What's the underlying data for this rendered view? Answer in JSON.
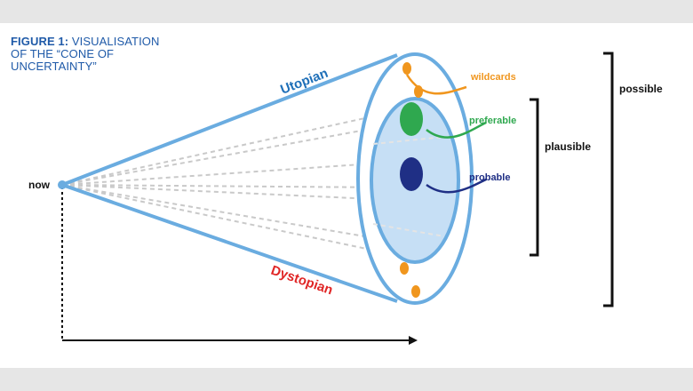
{
  "figure": {
    "title_lead": "FIGURE 1:",
    "title_rest": " VISUALISATION OF THE “CONE OF UNCERTAINTY”"
  },
  "labels": {
    "now": "now",
    "utopian": "Utopian",
    "dystopian": "Dystopian",
    "wildcards": "wildcards",
    "preferable": "preferable",
    "probable": "probable",
    "plausible": "plausible",
    "possible": "possible"
  },
  "colors": {
    "cone": "#6aace0",
    "inner_fill": "#c6dff5",
    "wildcards": "#f0961e",
    "preferable": "#2fa84f",
    "probable": "#1f2f85",
    "utopian": "#1e6fb8",
    "dystopian": "#e02626",
    "title": "#1f5aa8"
  }
}
